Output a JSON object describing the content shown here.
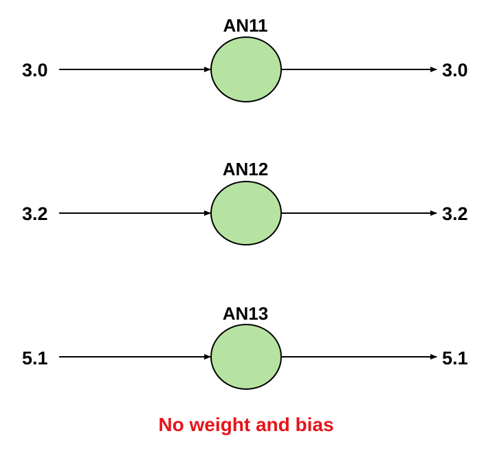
{
  "colors": {
    "node_fill": "#b6e3a2",
    "caption": "#e8141a"
  },
  "nodes": [
    {
      "name": "AN11",
      "input": "3.0",
      "output": "3.0"
    },
    {
      "name": "AN12",
      "input": "3.2",
      "output": "3.2"
    },
    {
      "name": "AN13",
      "input": "5.1",
      "output": "5.1"
    }
  ],
  "caption": "No weight and bias"
}
